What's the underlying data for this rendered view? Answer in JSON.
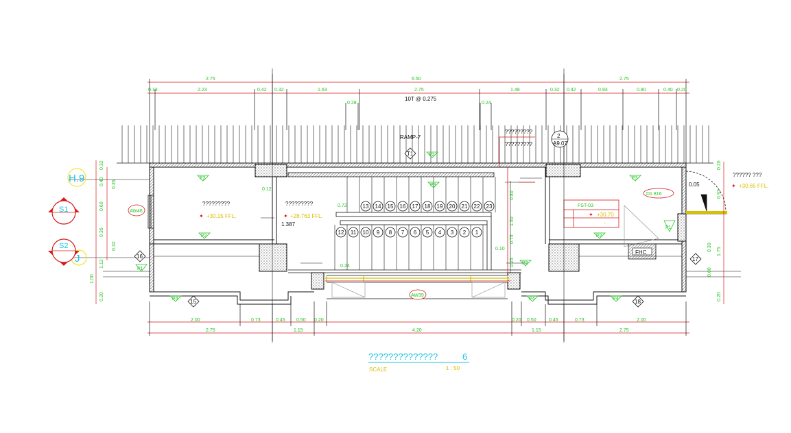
{
  "title": {
    "text": "??????????????",
    "num": "6",
    "scale_label": "SCALE",
    "scale_value": "1 : 50"
  },
  "top_dims_row1": [
    "2.75",
    "6.50",
    "2.75"
  ],
  "top_dims_row2": [
    "0.13",
    "2.23",
    "0.42",
    "0.32",
    "1.63",
    "2.75",
    "1.48",
    "0.32",
    "0.42",
    "0.93",
    "0.80",
    "0.40",
    "0.20"
  ],
  "top_dims_row3": [
    "0.28",
    "0.24"
  ],
  "stair_note": "10T @ 0.275",
  "ramp_label": "RAMP-7",
  "bottom_dims_row1": [
    "2.00",
    "0.73",
    "0.45",
    "0.50",
    "0.20",
    "0.20",
    "0.50",
    "0.45",
    "0.73",
    "2.00"
  ],
  "bottom_dims_row2": [
    "2.75",
    "1.15",
    "4.20",
    "1.15",
    "2.75"
  ],
  "left_dims_col1": [
    "0.32",
    "0.40",
    "0.60",
    "0.35",
    "1.12",
    "1.00",
    "0.20"
  ],
  "left_dims_col2": [
    "0.35",
    "0.32"
  ],
  "right_dims": [
    "0.20",
    "0.97",
    "0.30",
    "1.75",
    "0.60",
    "0.20"
  ],
  "grid_bubbles": [
    "H.9",
    "J"
  ],
  "section_marks": [
    "S1",
    "S2"
  ],
  "steps_upper": [
    "13",
    "14",
    "15",
    "16",
    "17",
    "18",
    "19",
    "20",
    "21",
    "22",
    "23"
  ],
  "steps_lower": [
    "12",
    "11",
    "10",
    "9",
    "8",
    "7",
    "6",
    "5",
    "4",
    "3",
    "2",
    "1"
  ],
  "tags": {
    "p2": "P2",
    "p3": "P3",
    "p4": "P4",
    "p1": "P1",
    "t1": "T1"
  },
  "room_labels": {
    "left": "?????????",
    "middle": "?????????",
    "right_top": "?????? ???",
    "right_sub": "?????????"
  },
  "levels": {
    "left": "+30.15 FFL.",
    "middle": "+28.763 FFL.",
    "right": "+30.65 FFL.",
    "fst_value": "+30.70",
    "fst_extra": "-"
  },
  "fst_label": "FST-03",
  "fhc_label": "FHC",
  "aw_labels": {
    "left": "AW46",
    "bottom": "AW39"
  },
  "door_label": "D1 816",
  "misc_numbers": {
    "n_012": "0.12",
    "n_1387": "1.387",
    "n_072": "0.72",
    "n_024": "0.24",
    "n_010": "0.10",
    "n_005": "0.05",
    "n_025": "0.25",
    "n_080": "0.80",
    "n_075": "0.75",
    "n_150": "1.50"
  },
  "tags_col": {
    "c16": "16",
    "c15": "15",
    "c17": "17",
    "c18": "18",
    "c2": "2",
    "c607": "A9.07"
  },
  "colors": {
    "green": "#22c422",
    "yellow": "#d8c000",
    "red": "#d61818",
    "cyan": "#1fc3e0",
    "black": "#111111"
  }
}
